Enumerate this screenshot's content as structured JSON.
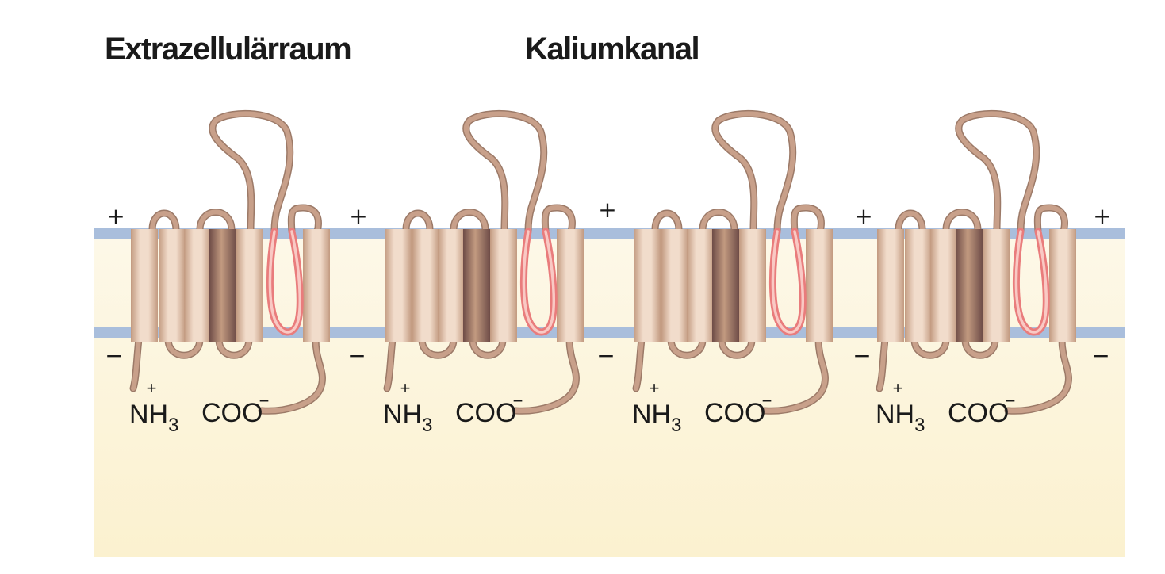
{
  "labels": {
    "extracellular": "Extrazellulärraum",
    "channel": "Kaliumkanal"
  },
  "terminals": {
    "n_base": "NH",
    "n_sub": "3",
    "n_charge": "+",
    "c_text": "COO",
    "c_charge": "−"
  },
  "membrane_signs": {
    "outside": "+",
    "inside": "−"
  },
  "subunit_count": 4,
  "colors": {
    "background_top": "#fdf8e8",
    "background_bottom": "#fbf1cf",
    "membrane_line": "#a9bedc",
    "helix_light": "#f1dccb",
    "helix_mid": "#c29a80",
    "helix_dark": "#6e4c47",
    "chain": "#c8a08a",
    "pore_loop": "#e97c7c"
  }
}
